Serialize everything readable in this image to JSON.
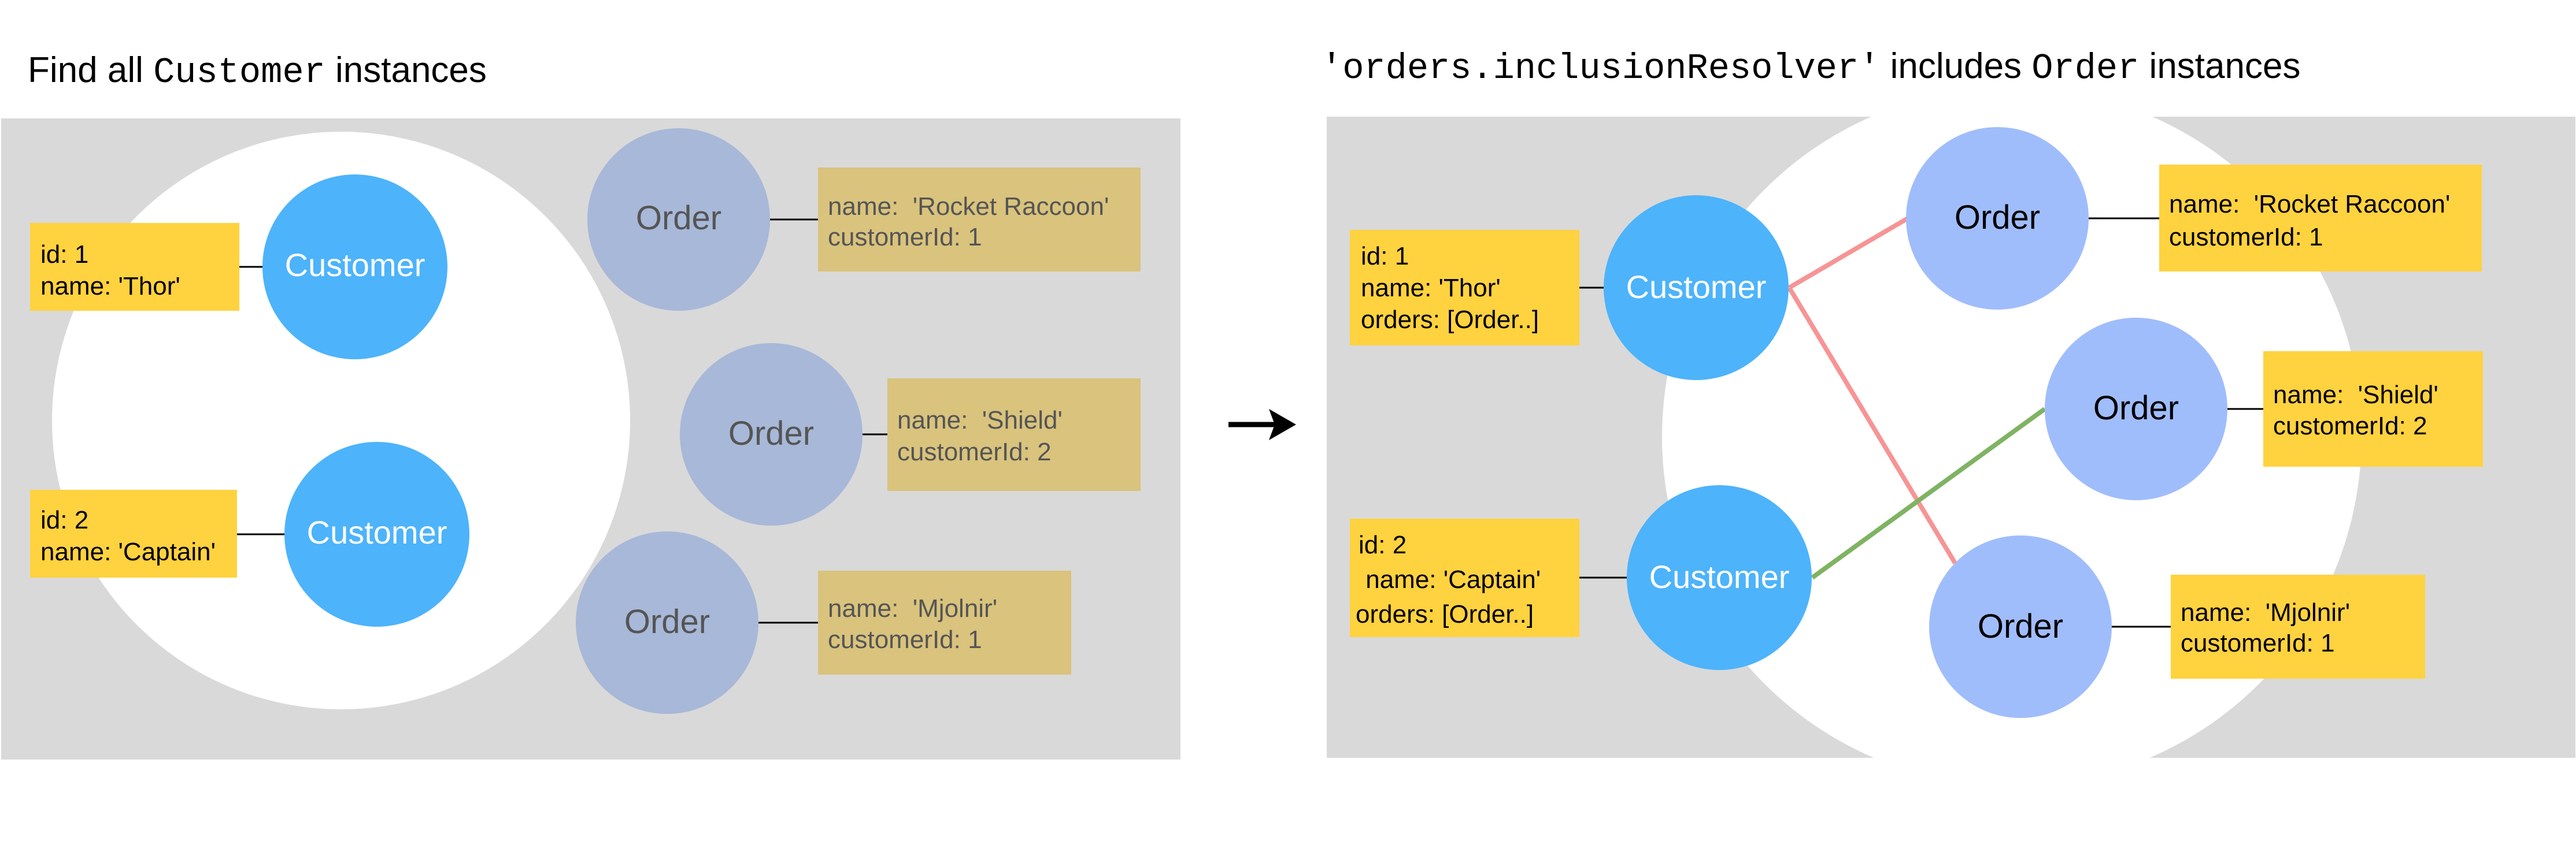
{
  "left_panel": {
    "heading": {
      "prefix": "Find all ",
      "code": "Customer",
      "suffix": " instances"
    },
    "customers": [
      {
        "circle_label": "Customer",
        "lines": [
          "id: 1",
          "name: 'Thor'"
        ]
      },
      {
        "circle_label": "Customer",
        "lines": [
          "id: 2",
          "name: 'Captain'"
        ]
      }
    ],
    "orders": [
      {
        "circle_label": "Order",
        "lines": [
          "name:  'Rocket Raccoon'",
          "customerId: 1"
        ]
      },
      {
        "circle_label": "Order",
        "lines": [
          "name:  'Shield'",
          "customerId: 2"
        ]
      },
      {
        "circle_label": "Order",
        "lines": [
          "name:  'Mjolnir'",
          "customerId: 1"
        ]
      }
    ]
  },
  "arrow": {
    "glyph": "→"
  },
  "right_panel": {
    "heading": {
      "code": "'orders.inclusionResolver'",
      "middle": " includes ",
      "code2": "Order",
      "suffix": " instances"
    },
    "customers": [
      {
        "circle_label": "Customer",
        "lines": [
          "id: 1",
          "name: 'Thor'",
          "orders: [Order..]"
        ]
      },
      {
        "circle_label": "Customer",
        "lines": [
          "id: 2",
          " name: 'Captain'",
          "orders: [Order..]"
        ]
      }
    ],
    "orders": [
      {
        "circle_label": "Order",
        "lines": [
          "name:  'Rocket Raccoon'",
          "customerId: 1"
        ]
      },
      {
        "circle_label": "Order",
        "lines": [
          "name:  'Shield'",
          "customerId: 2"
        ]
      },
      {
        "circle_label": "Order",
        "lines": [
          "name:  'Mjolnir'",
          "customerId: 1"
        ]
      }
    ]
  },
  "colors": {
    "panel_bg": "#d9d9d9",
    "customer_circle": "#4db3fb",
    "order_circle_dim": "#a8b8d8",
    "order_circle_active": "#a0bdfb",
    "note_active": "#ffd23f",
    "note_dim": "#d9c37d",
    "link_customer_1": "#f79495",
    "link_customer_2": "#7fb362"
  }
}
